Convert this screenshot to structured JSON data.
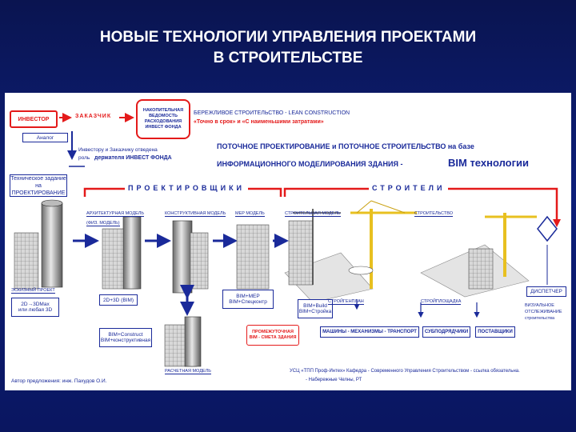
{
  "title": {
    "line1": "НОВЫЕ ТЕХНОЛОГИИ УПРАВЛЕНИЯ ПРОЕКТАМИ",
    "line2": "В СТРОИТЕЛЬСТВЕ"
  },
  "diagram": {
    "investor": "ИНВЕСТОР",
    "customer": "ЗАКАЗЧИК",
    "ledger": "НАКОПИТЕЛЬНАЯ ВЕДОМОСТЬ РАСХОДОВАНИЯ ИНВЕСТ ФОНДА",
    "analog": "Аналог",
    "role_note_1": "Инвестору и Заказчику отведена",
    "role_note_2": "роль",
    "role_note_3": "держателя ИНВЕСТ ФОНДА",
    "lean_1": "БЕРЕЖЛИВОЕ СТРОИТЕЛЬСТВО - LEAN CONSTRUCTION",
    "lean_2": "«Точно в срок» и «С наименьшими затратами»",
    "flow_1": "ПОТОЧНОЕ ПРОЕКТИРОВАНИЕ и ПОТОЧНОЕ СТРОИТЕЛЬСТВО на базе",
    "flow_2": "ИНФОРМАЦИОННОГО МОДЕЛИРОВАНИЯ ЗДАНИЯ -",
    "flow_bim": "BIM технологии",
    "tech_task": "Техническое задание на ПРОЕКТИРОВАНИЕ",
    "designers": "ПРОЕКТИРОВЩИКИ",
    "builders": "СТРОИТЕЛИ",
    "arch_model": "АРХИТЕКТУРНАЯ МОДЕЛЬ",
    "phys_model": "(ФИЗ. МОДЕЛЬ)",
    "struct_model": "КОНСТРУКТИВНАЯ МОДЕЛЬ",
    "mep_model": "MEP МОДЕЛЬ",
    "build_model": "СТРОИТЕЛЬНАЯ МОДЕЛЬ",
    "construction": "СТРОИТЕЛЬСТВО",
    "sketch": "ЭСКИЗНЫЙ ПРОЕКТ",
    "max_1": "2D→3DMax",
    "max_2": "или любая 3D",
    "bim2d3d": "2D+3D (BIM)",
    "bim_construct_1": "BIM+Construct",
    "bim_construct_2": "BIM+конструктивная",
    "calc_model": "РАСЧЕТНАЯ МОДЕЛЬ",
    "bim_mep_1": "BIM+MEP",
    "bim_mep_2": "BIM+Спецконтр",
    "bim_build_1": "BIM+Build",
    "bim_build_2": "BIM+Стройка",
    "interim_1": "ПРОМЕЖУТОЧНАЯ",
    "interim_2": "BIM - СМЕТА ЗДАНИЯ",
    "stroigenplan": "СТРОЙГЕНПЛАН",
    "stroiploshadka": "СТРОЙПЛОЩАДКА",
    "machines": "МАШИНЫ - МЕХАНИЗМЫ - ТРАНСПОРТ",
    "subcontractors": "СУБПОДРЯДЧИКИ",
    "suppliers": "ПОСТАВЩИКИ",
    "dispatcher": "ДИСПЕТЧЕР",
    "visual_1": "ВИЗУАЛЬНОЕ",
    "visual_2": "ОТСЛЕЖИВАНИЕ",
    "visual_3": "строительства",
    "author": "Автор предложения: инж. Пахудов О.И.",
    "footer_1": "УСЦ «ТПП Проф-Интех» Кафедра - Современного Управления Строительством - ссылка обязательна.",
    "footer_2": "- Набережные Челны, РТ"
  },
  "colors": {
    "background": "#0d1f7a",
    "accent_red": "#e41a1a",
    "diagram_blue": "#1a2a9a",
    "crane_yellow": "#e8c020"
  }
}
